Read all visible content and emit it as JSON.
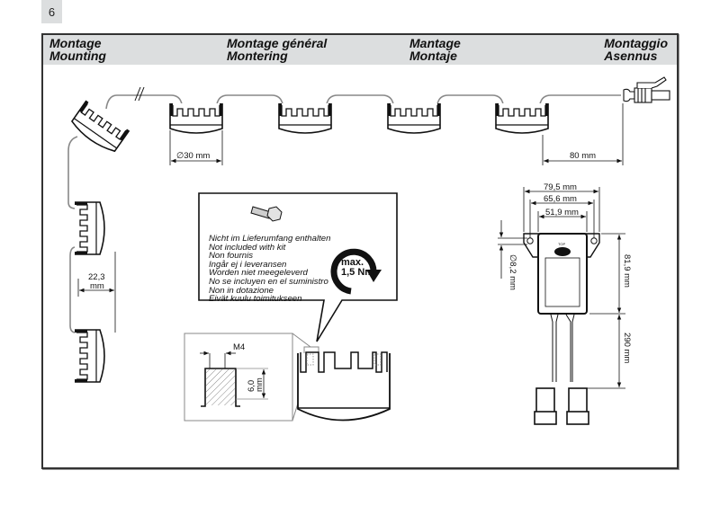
{
  "page": {
    "number": "6"
  },
  "header": {
    "columns": [
      {
        "line1": "Montage",
        "line2": "Mounting"
      },
      {
        "line1": "Montage général",
        "line2": "Montering"
      },
      {
        "line1": "Mantage",
        "line2": "Montaje"
      },
      {
        "line1": "Montaggio",
        "line2": "Asennus"
      }
    ]
  },
  "dimensions": {
    "lamp_diameter": "∅30 mm",
    "lamp_height_value": "22,3",
    "lamp_height_unit": "mm",
    "connector_cable": "80 mm",
    "box_width_outer": "79,5 mm",
    "box_width_holes": "65,6 mm",
    "box_width_body": "51,9 mm",
    "hole_diameter": "∅8,2 mm",
    "box_height": "81,9 mm",
    "cable_length": "290 mm",
    "thread_size": "M4",
    "thread_depth_value": "6,0",
    "thread_depth_unit": "mm"
  },
  "note": {
    "lines": [
      "Nicht im Lieferumfang enthalten",
      "Not included with kit",
      "Non fournis",
      "Ingår ej i leveransen",
      "Worden niet meegeleverd",
      "No se incluyen en el suministro",
      "Non in dotazione",
      "Eivät kuulu toimitukseen"
    ],
    "torque_line1": "max.",
    "torque_line2": "1,5 Nm"
  },
  "control_box": {
    "top_label": "TOP"
  },
  "icons": [
    "bolt-icon",
    "torque-arrow-icon",
    "dimension-arrow-icon"
  ]
}
